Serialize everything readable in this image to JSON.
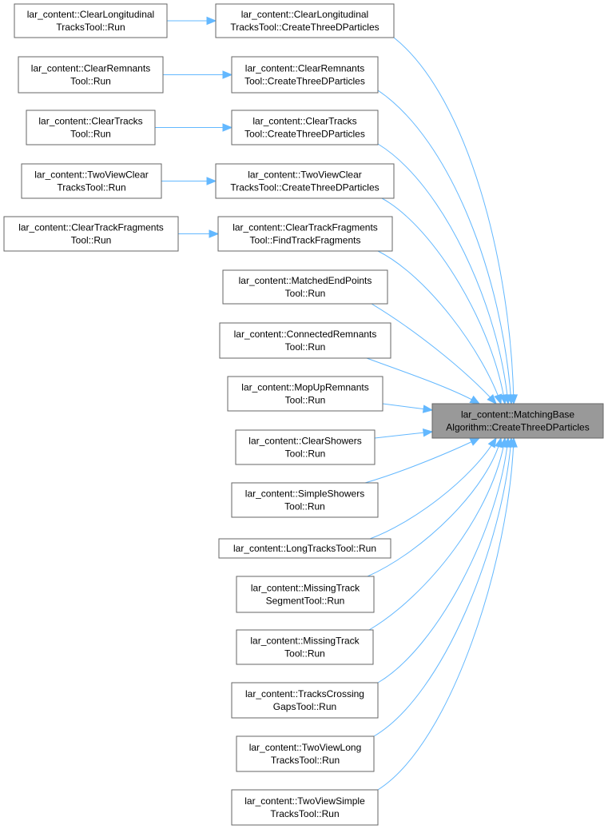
{
  "diagram": {
    "target": {
      "id": "matchingbase-createthreedparticles",
      "lines": [
        "lar_content::MatchingBase",
        "Algorithm::CreateThreeDParticles"
      ]
    },
    "nodes": [
      {
        "id": "clearlongitudinal-run",
        "lines": [
          "lar_content::ClearLongitudinal",
          "TracksTool::Run"
        ]
      },
      {
        "id": "clearlongitudinal-create",
        "lines": [
          "lar_content::ClearLongitudinal",
          "TracksTool::CreateThreeDParticles"
        ]
      },
      {
        "id": "clearremnants-run",
        "lines": [
          "lar_content::ClearRemnants",
          "Tool::Run"
        ]
      },
      {
        "id": "clearremnants-create",
        "lines": [
          "lar_content::ClearRemnants",
          "Tool::CreateThreeDParticles"
        ]
      },
      {
        "id": "cleartracks-run",
        "lines": [
          "lar_content::ClearTracks",
          "Tool::Run"
        ]
      },
      {
        "id": "cleartracks-create",
        "lines": [
          "lar_content::ClearTracks",
          "Tool::CreateThreeDParticles"
        ]
      },
      {
        "id": "twoviewclear-run",
        "lines": [
          "lar_content::TwoViewClear",
          "TracksTool::Run"
        ]
      },
      {
        "id": "twoviewclear-create",
        "lines": [
          "lar_content::TwoViewClear",
          "TracksTool::CreateThreeDParticles"
        ]
      },
      {
        "id": "cleartrackfragments-run",
        "lines": [
          "lar_content::ClearTrackFragments",
          "Tool::Run"
        ]
      },
      {
        "id": "cleartrackfragments-find",
        "lines": [
          "lar_content::ClearTrackFragments",
          "Tool::FindTrackFragments"
        ]
      },
      {
        "id": "matchedendpoints-run",
        "lines": [
          "lar_content::MatchedEndPoints",
          "Tool::Run"
        ]
      },
      {
        "id": "connectedremnants-run",
        "lines": [
          "lar_content::ConnectedRemnants",
          "Tool::Run"
        ]
      },
      {
        "id": "mopupremnants-run",
        "lines": [
          "lar_content::MopUpRemnants",
          "Tool::Run"
        ]
      },
      {
        "id": "clearshowers-run",
        "lines": [
          "lar_content::ClearShowers",
          "Tool::Run"
        ]
      },
      {
        "id": "simpleshowers-run",
        "lines": [
          "lar_content::SimpleShowers",
          "Tool::Run"
        ]
      },
      {
        "id": "longtracks-run",
        "lines": [
          "lar_content::LongTracksTool::Run"
        ]
      },
      {
        "id": "missingtracksegment-run",
        "lines": [
          "lar_content::MissingTrack",
          "SegmentTool::Run"
        ]
      },
      {
        "id": "missingtrack-run",
        "lines": [
          "lar_content::MissingTrack",
          "Tool::Run"
        ]
      },
      {
        "id": "trackscrossinggaps-run",
        "lines": [
          "lar_content::TracksCrossing",
          "GapsTool::Run"
        ]
      },
      {
        "id": "twoviewlong-run",
        "lines": [
          "lar_content::TwoViewLong",
          "TracksTool::Run"
        ]
      },
      {
        "id": "twoviewsimple-run",
        "lines": [
          "lar_content::TwoViewSimple",
          "TracksTool::Run"
        ]
      }
    ],
    "edges": [
      [
        "clearlongitudinal-run",
        "clearlongitudinal-create"
      ],
      [
        "clearremnants-run",
        "clearremnants-create"
      ],
      [
        "cleartracks-run",
        "cleartracks-create"
      ],
      [
        "twoviewclear-run",
        "twoviewclear-create"
      ],
      [
        "cleartrackfragments-run",
        "cleartrackfragments-find"
      ],
      [
        "clearlongitudinal-create",
        "matchingbase-createthreedparticles"
      ],
      [
        "clearremnants-create",
        "matchingbase-createthreedparticles"
      ],
      [
        "cleartracks-create",
        "matchingbase-createthreedparticles"
      ],
      [
        "twoviewclear-create",
        "matchingbase-createthreedparticles"
      ],
      [
        "cleartrackfragments-find",
        "matchingbase-createthreedparticles"
      ],
      [
        "matchedendpoints-run",
        "matchingbase-createthreedparticles"
      ],
      [
        "connectedremnants-run",
        "matchingbase-createthreedparticles"
      ],
      [
        "mopupremnants-run",
        "matchingbase-createthreedparticles"
      ],
      [
        "clearshowers-run",
        "matchingbase-createthreedparticles"
      ],
      [
        "simpleshowers-run",
        "matchingbase-createthreedparticles"
      ],
      [
        "longtracks-run",
        "matchingbase-createthreedparticles"
      ],
      [
        "missingtracksegment-run",
        "matchingbase-createthreedparticles"
      ],
      [
        "missingtrack-run",
        "matchingbase-createthreedparticles"
      ],
      [
        "trackscrossinggaps-run",
        "matchingbase-createthreedparticles"
      ],
      [
        "twoviewlong-run",
        "matchingbase-createthreedparticles"
      ],
      [
        "twoviewsimple-run",
        "matchingbase-createthreedparticles"
      ]
    ],
    "colors": {
      "edge": "#63b8ff",
      "target_fill": "#999999",
      "node_fill": "#ffffff",
      "node_border": "#666666"
    }
  }
}
